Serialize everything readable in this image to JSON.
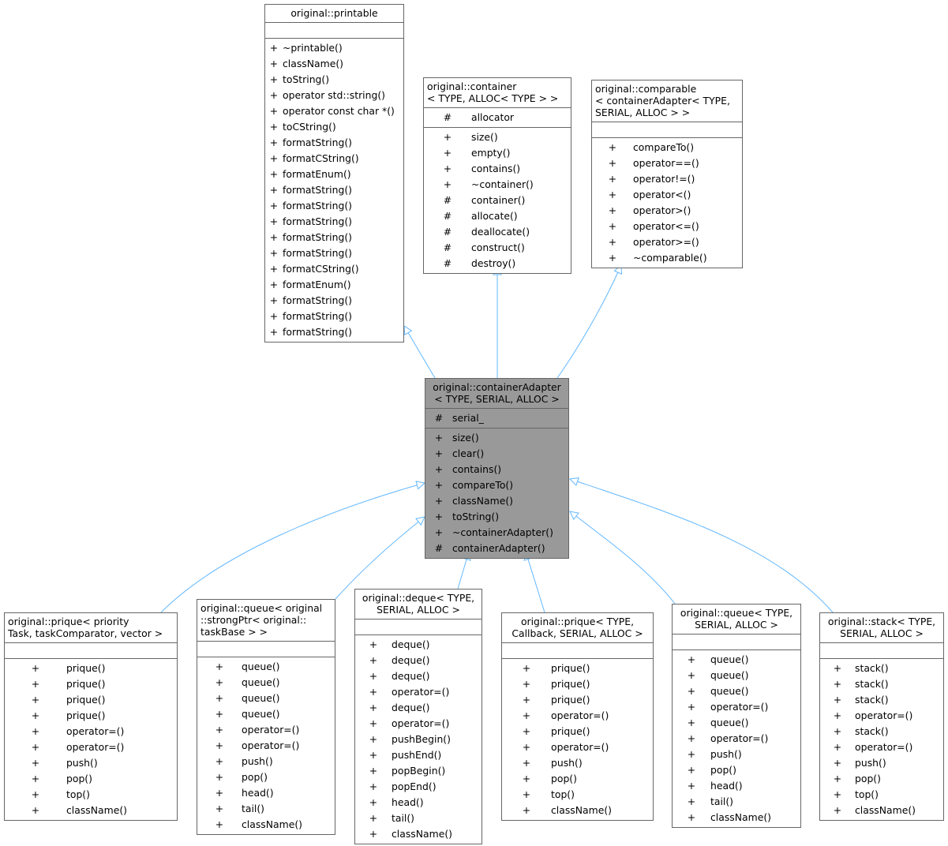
{
  "colors": {
    "edge": "#63b8ff",
    "border": "#666666",
    "focus_fill": "#999999"
  },
  "classes": [
    {
      "id": "printable",
      "title": "original::printable",
      "attributes": [],
      "methods": [
        [
          "+",
          "~printable()"
        ],
        [
          "+",
          "className()"
        ],
        [
          "+",
          "toString()"
        ],
        [
          "+",
          "operator std::string()"
        ],
        [
          "+",
          "operator const char *()"
        ],
        [
          "+",
          "toCString()"
        ],
        [
          "+",
          "formatString()"
        ],
        [
          "+",
          "formatCString()"
        ],
        [
          "+",
          "formatEnum()"
        ],
        [
          "+",
          "formatString()"
        ],
        [
          "+",
          "formatString()"
        ],
        [
          "+",
          "formatString()"
        ],
        [
          "+",
          "formatString()"
        ],
        [
          "+",
          "formatString()"
        ],
        [
          "+",
          "formatCString()"
        ],
        [
          "+",
          "formatEnum()"
        ],
        [
          "+",
          "formatString()"
        ],
        [
          "+",
          "formatString()"
        ],
        [
          "+",
          "formatString()"
        ]
      ]
    },
    {
      "id": "container",
      "title": "original::container\n< TYPE, ALLOC< TYPE > >",
      "attributes": [
        [
          "#",
          "allocator"
        ]
      ],
      "methods": [
        [
          "+",
          "size()"
        ],
        [
          "+",
          "empty()"
        ],
        [
          "+",
          "contains()"
        ],
        [
          "+",
          "~container()"
        ],
        [
          "#",
          "container()"
        ],
        [
          "#",
          "allocate()"
        ],
        [
          "#",
          "deallocate()"
        ],
        [
          "#",
          "construct()"
        ],
        [
          "#",
          "destroy()"
        ]
      ]
    },
    {
      "id": "comparable",
      "title": "original::comparable\n< containerAdapter< TYPE,\nSERIAL, ALLOC > >",
      "attributes": [],
      "methods": [
        [
          "+",
          "compareTo()"
        ],
        [
          "+",
          "operator==()"
        ],
        [
          "+",
          "operator!=()"
        ],
        [
          "+",
          "operator<()"
        ],
        [
          "+",
          "operator>()"
        ],
        [
          "+",
          "operator<=()"
        ],
        [
          "+",
          "operator>=()"
        ],
        [
          "+",
          "~comparable()"
        ]
      ]
    },
    {
      "id": "containerAdapter",
      "title": "original::containerAdapter\n< TYPE, SERIAL, ALLOC >",
      "attributes": [
        [
          "#",
          "serial_"
        ]
      ],
      "methods": [
        [
          "+",
          "size()"
        ],
        [
          "+",
          "clear()"
        ],
        [
          "+",
          "contains()"
        ],
        [
          "+",
          "compareTo()"
        ],
        [
          "+",
          "className()"
        ],
        [
          "+",
          "toString()"
        ],
        [
          "+",
          "~containerAdapter()"
        ],
        [
          "#",
          "containerAdapter()"
        ]
      ]
    },
    {
      "id": "prique-priorityTask",
      "title": "original::prique< priority\nTask, taskComparator, vector >",
      "attributes": [],
      "methods": [
        [
          "+",
          "prique()"
        ],
        [
          "+",
          "prique()"
        ],
        [
          "+",
          "prique()"
        ],
        [
          "+",
          "prique()"
        ],
        [
          "+",
          "operator=()"
        ],
        [
          "+",
          "operator=()"
        ],
        [
          "+",
          "push()"
        ],
        [
          "+",
          "pop()"
        ],
        [
          "+",
          "top()"
        ],
        [
          "+",
          "className()"
        ]
      ]
    },
    {
      "id": "queue-strongPtr",
      "title": "original::queue< original\n::strongPtr< original::\ntaskBase > >",
      "attributes": [],
      "methods": [
        [
          "+",
          "queue()"
        ],
        [
          "+",
          "queue()"
        ],
        [
          "+",
          "queue()"
        ],
        [
          "+",
          "queue()"
        ],
        [
          "+",
          "operator=()"
        ],
        [
          "+",
          "operator=()"
        ],
        [
          "+",
          "push()"
        ],
        [
          "+",
          "pop()"
        ],
        [
          "+",
          "head()"
        ],
        [
          "+",
          "tail()"
        ],
        [
          "+",
          "className()"
        ]
      ]
    },
    {
      "id": "deque",
      "title": "original::deque< TYPE,\nSERIAL, ALLOC >",
      "attributes": [],
      "methods": [
        [
          "+",
          "deque()"
        ],
        [
          "+",
          "deque()"
        ],
        [
          "+",
          "deque()"
        ],
        [
          "+",
          "operator=()"
        ],
        [
          "+",
          "deque()"
        ],
        [
          "+",
          "operator=()"
        ],
        [
          "+",
          "pushBegin()"
        ],
        [
          "+",
          "pushEnd()"
        ],
        [
          "+",
          "popBegin()"
        ],
        [
          "+",
          "popEnd()"
        ],
        [
          "+",
          "head()"
        ],
        [
          "+",
          "tail()"
        ],
        [
          "+",
          "className()"
        ]
      ]
    },
    {
      "id": "prique-callback",
      "title": "original::prique< TYPE,\nCallback, SERIAL, ALLOC >",
      "attributes": [],
      "methods": [
        [
          "+",
          "prique()"
        ],
        [
          "+",
          "prique()"
        ],
        [
          "+",
          "prique()"
        ],
        [
          "+",
          "operator=()"
        ],
        [
          "+",
          "prique()"
        ],
        [
          "+",
          "operator=()"
        ],
        [
          "+",
          "push()"
        ],
        [
          "+",
          "pop()"
        ],
        [
          "+",
          "top()"
        ],
        [
          "+",
          "className()"
        ]
      ]
    },
    {
      "id": "queue",
      "title": "original::queue< TYPE,\nSERIAL, ALLOC >",
      "attributes": [],
      "methods": [
        [
          "+",
          "queue()"
        ],
        [
          "+",
          "queue()"
        ],
        [
          "+",
          "queue()"
        ],
        [
          "+",
          "operator=()"
        ],
        [
          "+",
          "queue()"
        ],
        [
          "+",
          "operator=()"
        ],
        [
          "+",
          "push()"
        ],
        [
          "+",
          "pop()"
        ],
        [
          "+",
          "head()"
        ],
        [
          "+",
          "tail()"
        ],
        [
          "+",
          "className()"
        ]
      ]
    },
    {
      "id": "stack",
      "title": "original::stack< TYPE,\nSERIAL, ALLOC >",
      "attributes": [],
      "methods": [
        [
          "+",
          "stack()"
        ],
        [
          "+",
          "stack()"
        ],
        [
          "+",
          "stack()"
        ],
        [
          "+",
          "operator=()"
        ],
        [
          "+",
          "stack()"
        ],
        [
          "+",
          "operator=()"
        ],
        [
          "+",
          "push()"
        ],
        [
          "+",
          "pop()"
        ],
        [
          "+",
          "top()"
        ],
        [
          "+",
          "className()"
        ]
      ]
    }
  ]
}
